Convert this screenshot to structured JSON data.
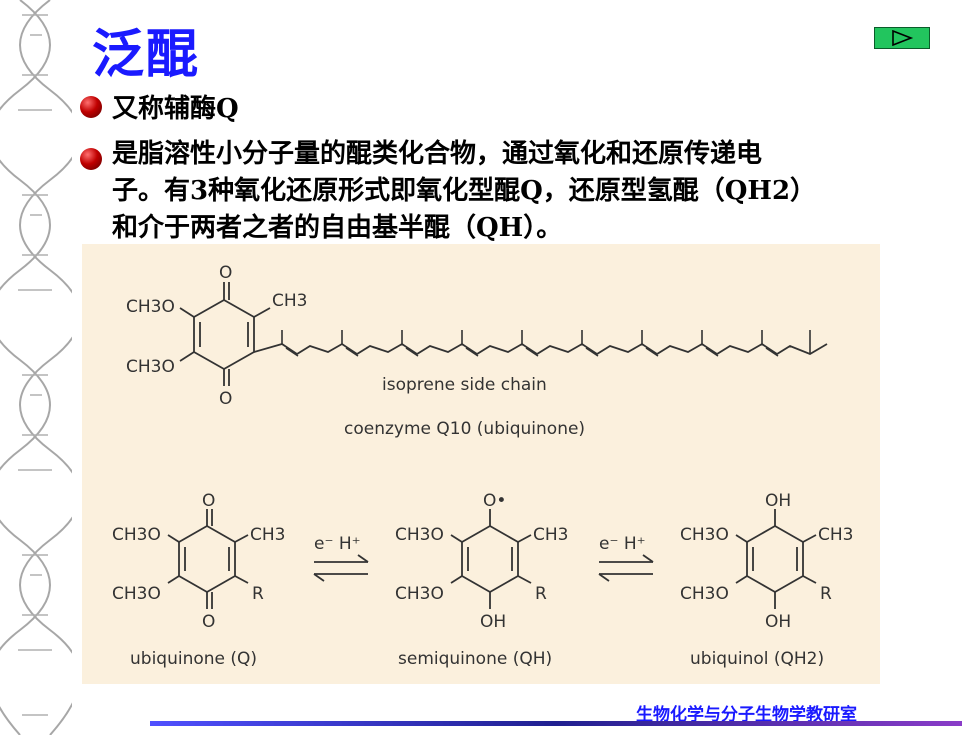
{
  "slide": {
    "title": "泛醌",
    "bullets": [
      "又称辅酶Q",
      [
        "是脂溶性小分子量的醌类化合物，通过氧化和还原传递电",
        "子。有3种氧化还原形式即氧化型醌Q，还原型氢醌（QH2）",
        "和介于两者之者的自由基半醌（QH）。"
      ]
    ],
    "footer": "生物化学与分子生物学教研室",
    "colors": {
      "title": "#1a1aff",
      "nav": "#22c55e",
      "bullet": "#c00000",
      "figure_bg": "#fbf0dd"
    }
  },
  "figure": {
    "top": {
      "oxo_top": "O",
      "oxo_bottom": "O",
      "methoxy1": "CH3O",
      "methoxy2": "CH3O",
      "methyl": "CH3",
      "chain_label": "isoprene side chain",
      "caption": "coenzyme Q10 (ubiquinone)"
    },
    "bottom": {
      "reagent1": "e⁻ H⁺",
      "reagent2": "e⁻ H⁺",
      "q": {
        "top": "O",
        "bottom": "O",
        "methoxy1": "CH3O",
        "methoxy2": "CH3O",
        "methyl": "CH3",
        "r": "R",
        "label": "ubiquinone (Q)"
      },
      "qh": {
        "top": "O•",
        "bottom": "OH",
        "methoxy1": "CH3O",
        "methoxy2": "CH3O",
        "methyl": "CH3",
        "r": "R",
        "label": "semiquinone (QH)"
      },
      "qh2": {
        "top": "OH",
        "bottom": "OH",
        "methoxy1": "CH3O",
        "methoxy2": "CH3O",
        "methyl": "CH3",
        "r": "R",
        "label": "ubiquinol (QH2)"
      }
    }
  }
}
